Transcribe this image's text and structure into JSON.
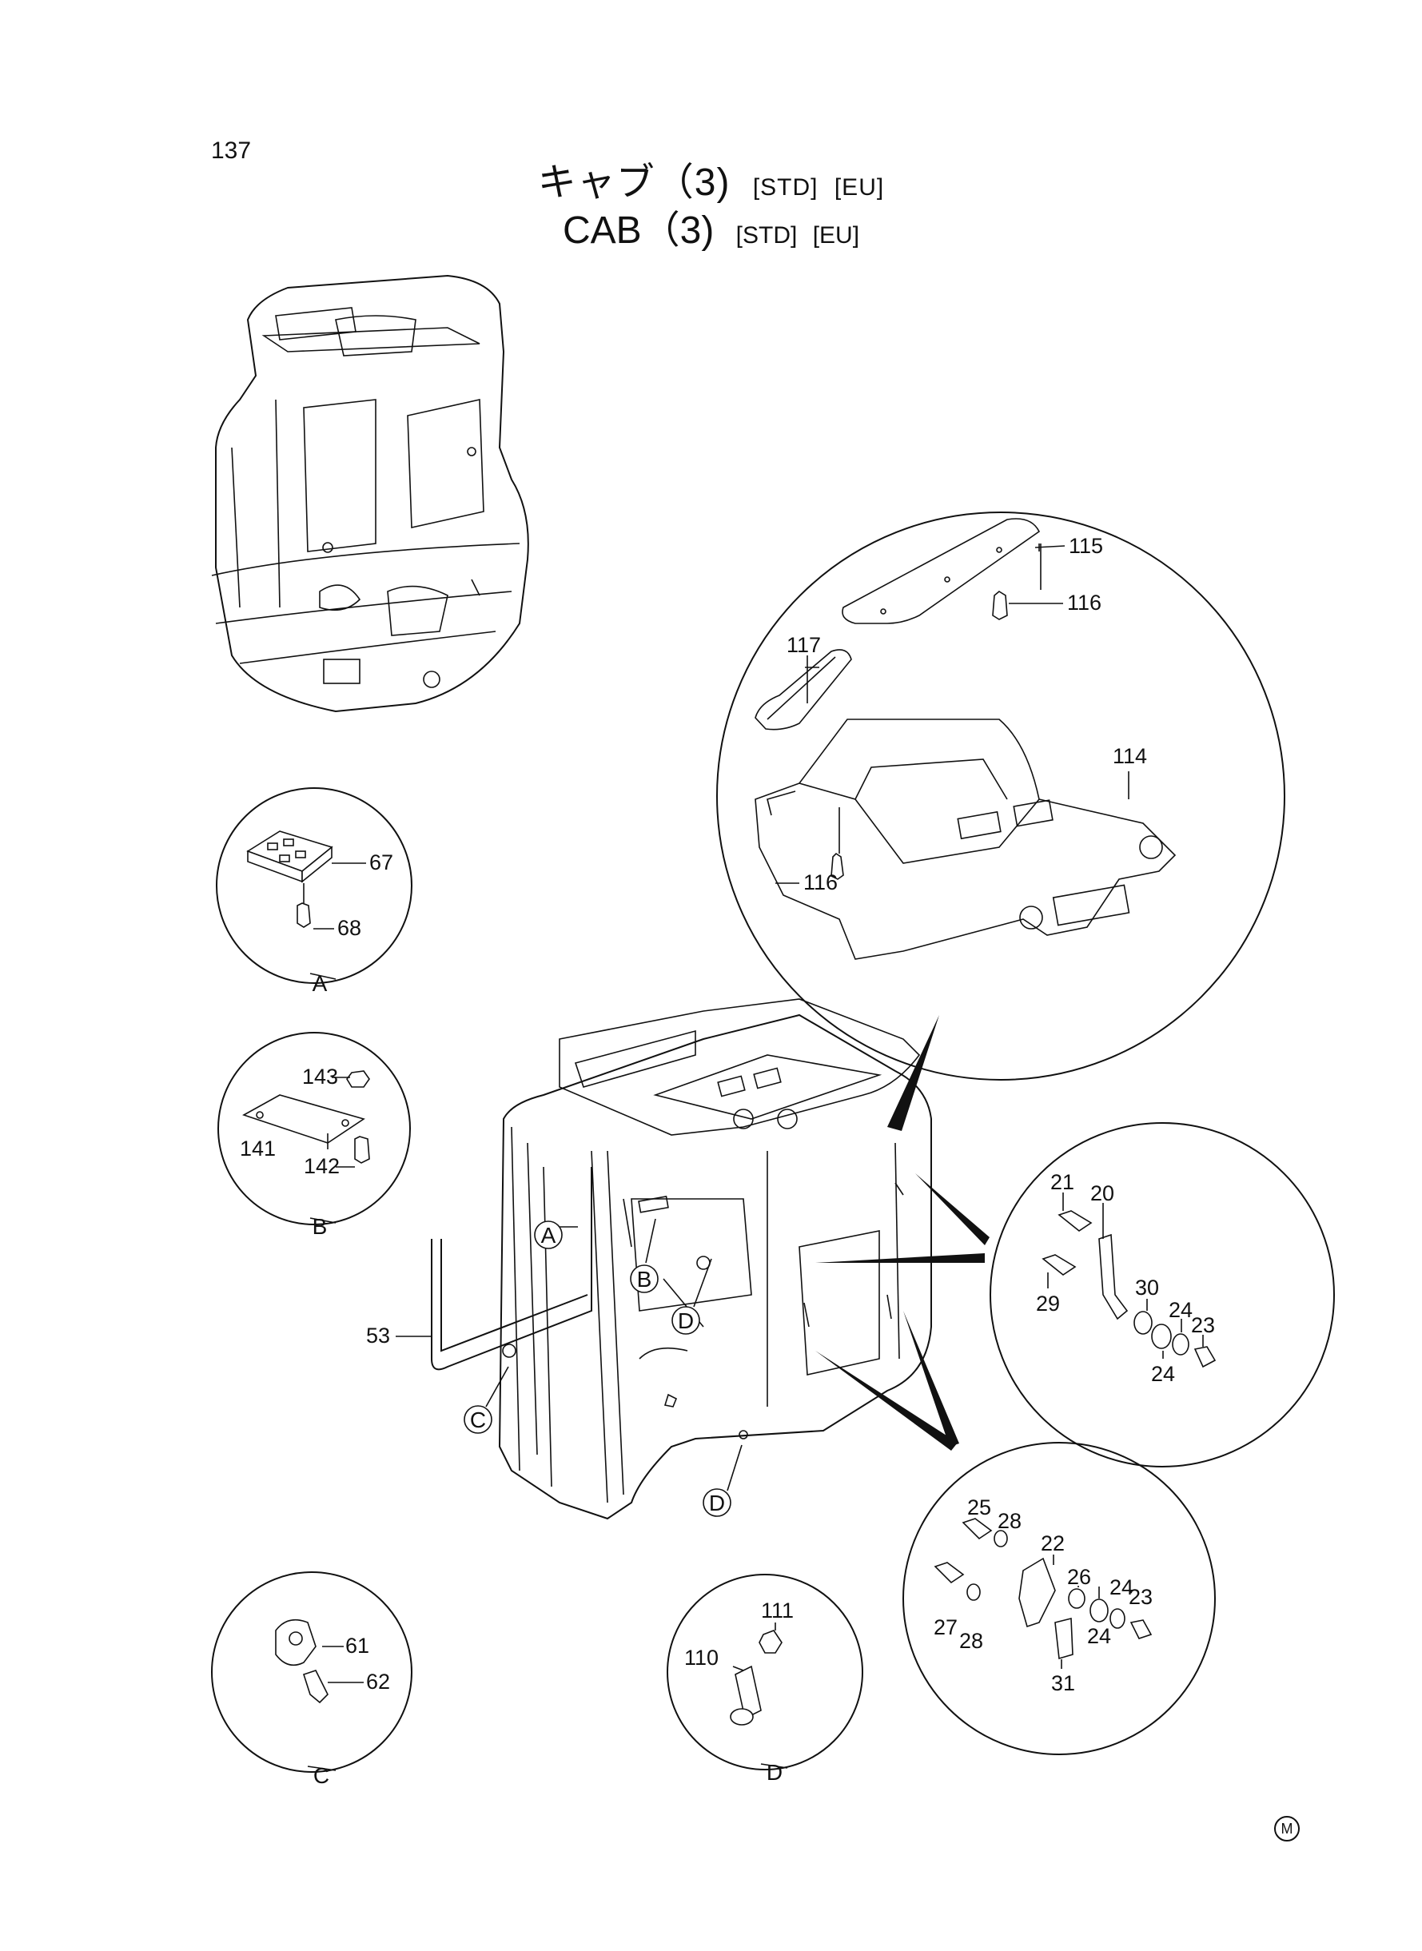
{
  "page": {
    "number": "137",
    "title_jp": "キャブ（3)",
    "title_en": "CAB（3)",
    "tags": [
      "[STD]",
      "[EU]"
    ],
    "mark": "M"
  },
  "detail_letters": [
    "A",
    "B",
    "C",
    "D"
  ],
  "callouts": {
    "p115": "115",
    "p116a": "116",
    "p116b": "116",
    "p117": "117",
    "p114": "114",
    "p67": "67",
    "p68": "68",
    "p143": "143",
    "p141": "141",
    "p142": "142",
    "p53": "53",
    "p21": "21",
    "p20": "20",
    "p29": "29",
    "p30": "30",
    "p24a": "24",
    "p24b": "24",
    "p23a": "23",
    "p25": "25",
    "p28a": "28",
    "p22": "22",
    "p26": "26",
    "p24c": "24",
    "p24d": "24",
    "p23b": "23",
    "p27": "27",
    "p28b": "28",
    "p31": "31",
    "p61": "61",
    "p62": "62",
    "p111": "111",
    "p110": "110"
  }
}
